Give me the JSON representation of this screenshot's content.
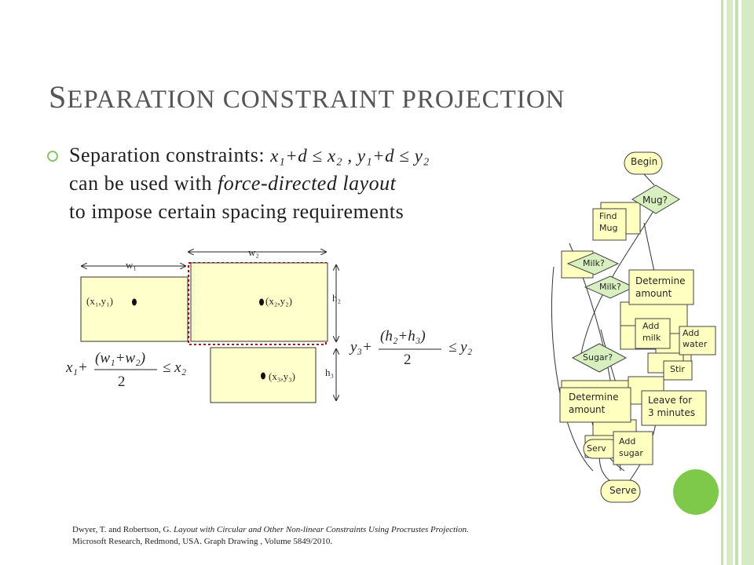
{
  "slide": {
    "title_first": "S",
    "title_rest": "EPARATION CONSTRAINT PROJECTION",
    "bullet": {
      "line1_prefix": "Separation constraints:",
      "line1_math": "x₁+d ≤ x₂ , y₁+d ≤ y₂",
      "line2_prefix": "can be used with",
      "line2_emph": "force-directed layout",
      "line3": "to impose certain spacing requirements"
    },
    "citation": {
      "line1_plain": "Dwyer, T. and Robertson, G.",
      "line1_italic": "Layout with Circular and Other Non-linear Constraints Using Procrustes Projection.",
      "line2": "Microsoft Research, Redmond, USA. Graph Drawing , Volume 5849/2010."
    }
  },
  "diagram": {
    "w1": "w₁",
    "w2": "w₂",
    "h2": "h₂",
    "h3": "h₃",
    "p1": "(x₁,y₁)",
    "p2": "(x₂,y₂)",
    "p3": "(x₃,y₃)",
    "eq1": {
      "lhs": "x₁+",
      "num": "(w₁+w₂)",
      "den": "2",
      "rhs": "≤ x₂"
    },
    "eq2": {
      "lhs": "y₃+",
      "num": "(h₂+h₃)",
      "den": "2",
      "rhs": "≤ y₂"
    }
  },
  "flowchart": {
    "nodes": {
      "begin": "Begin",
      "mug": "Mug?",
      "find_mug_1": "Find",
      "find_mug_2": "Mug",
      "milk": "Milk?",
      "milk2": "Milk?",
      "determine_1": "Determine",
      "determine_2": "amount",
      "add_milk_1": "Add",
      "add_milk_2": "milk",
      "add_water_1": "Add",
      "add_water_2": "water",
      "sugar": "Sugar?",
      "stir": "Stir",
      "determine_b1": "Determine",
      "determine_b2": "amount",
      "leave_1": "Leave for",
      "leave_2": "3 minutes",
      "add_sugar_1": "Add",
      "add_sugar_2": "sugar",
      "serve_ghost": "Serv",
      "serve": "Serve"
    }
  },
  "colors": {
    "accent_green": "#8dc26f",
    "node_fill": "#ffffc0",
    "diamond_fill": "#d8f0c0",
    "constraint_red": "#c00000"
  }
}
